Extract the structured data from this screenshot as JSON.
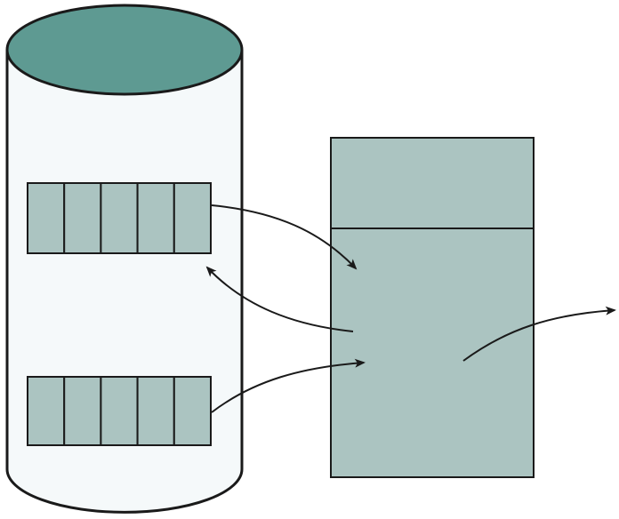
{
  "colors": {
    "cylinder_body": "#f5f9fa",
    "cylinder_top": "#5e9a92",
    "block_fill": "#abc4c1",
    "stroke": "#1a1a1a",
    "arrow": "#1a1a1a",
    "background": "#ffffff"
  },
  "diagram": {
    "cylinder": {
      "blocks": [
        {
          "cells": 5
        },
        {
          "cells": 5
        }
      ]
    },
    "memory_box": {
      "sections": 2
    },
    "arrows": [
      {
        "from": "upper-block",
        "to": "memory-box"
      },
      {
        "from": "memory-box",
        "to": "upper-block"
      },
      {
        "from": "lower-block",
        "to": "memory-box"
      },
      {
        "from": "memory-box",
        "to": "outside"
      }
    ]
  }
}
